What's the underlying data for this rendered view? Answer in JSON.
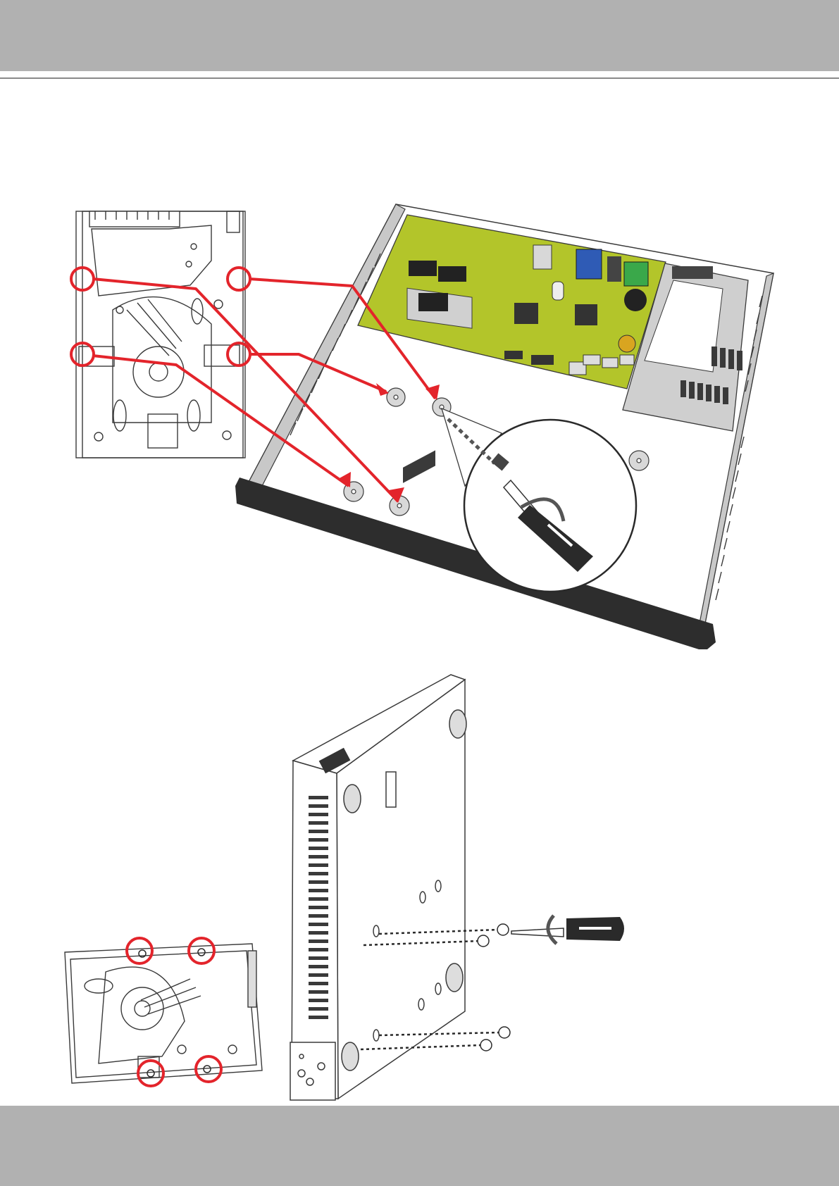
{
  "colors": {
    "band": "#b1b1b1",
    "rule": "#8a8a8a",
    "callout": "#e3242b",
    "pcb": "#b3c52a",
    "chassis_edge": "#2d2d2d",
    "line": "#3a3a3a",
    "vga": "#2f5bb5",
    "terminal": "#3aa84a"
  },
  "figures": [
    {
      "name": "hdd-to-chassis-mounting",
      "callout_count": 4
    },
    {
      "name": "hdd-side-mounting",
      "callout_count": 4
    }
  ],
  "icons": [
    "hard-drive-icon",
    "screw-icon",
    "screwdriver-icon",
    "chassis-icon"
  ]
}
